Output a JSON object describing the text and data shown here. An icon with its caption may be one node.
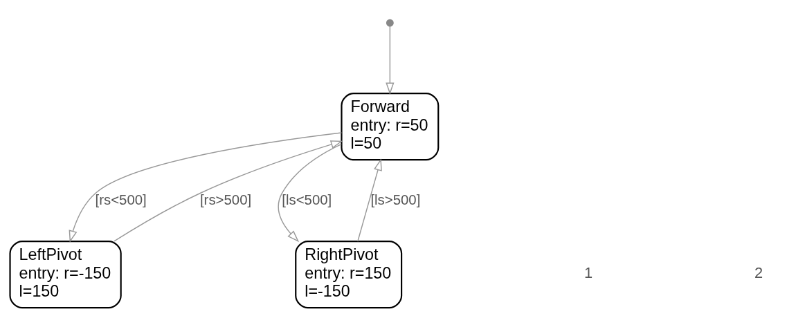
{
  "diagram": {
    "nodes": [
      {
        "text": [],
        "shape": "circle"
      },
      {
        "text": [
          "Forward",
          "entry: r=50",
          "l=50"
        ]
      },
      {
        "text": [
          "LeftPivot",
          "entry: r=-150",
          "l=150"
        ]
      },
      {
        "text": [
          "RightPivot",
          "entry: r=150",
          "l=-150"
        ]
      }
    ],
    "edges": [
      {
        "from": 0,
        "to": 1,
        "arrow": "to"
      },
      {
        "from": 2,
        "to": 1,
        "arrow": "to",
        "label": "[rs>500]"
      },
      {
        "from": 1,
        "to": 2,
        "arrow": "to",
        "label": "[rs<500]"
      },
      {
        "from": 1,
        "to": 3,
        "arrow": "to",
        "label": "[ls<500]"
      },
      {
        "from": 3,
        "to": 1,
        "arrow": "to",
        "label": "[ls>500]"
      }
    ],
    "labels": [
      "1",
      "2"
    ]
  }
}
